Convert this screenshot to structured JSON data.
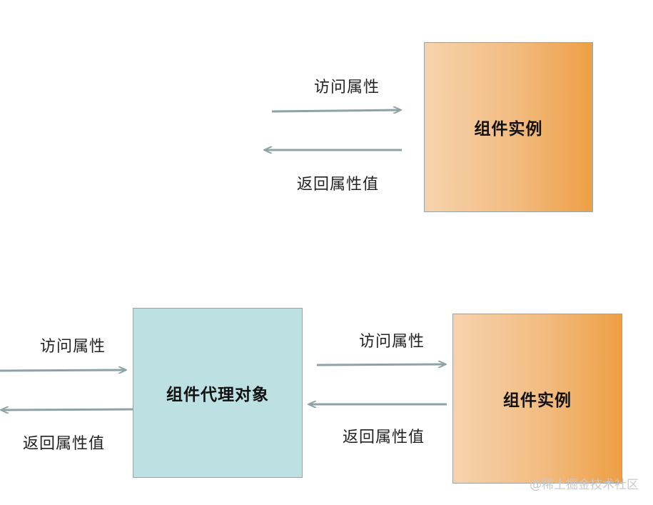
{
  "top_diagram": {
    "instance_box": "组件实例",
    "access_label": "访问属性",
    "return_label": "返回属性值"
  },
  "bottom_diagram": {
    "proxy_box": "组件代理对象",
    "instance_box": "组件实例",
    "left_access_label": "访问属性",
    "left_return_label": "返回属性值",
    "right_access_label": "访问属性",
    "right_return_label": "返回属性值"
  },
  "arrow_color": "#8fa3a6",
  "watermark": "@稀土掘金技术社区"
}
